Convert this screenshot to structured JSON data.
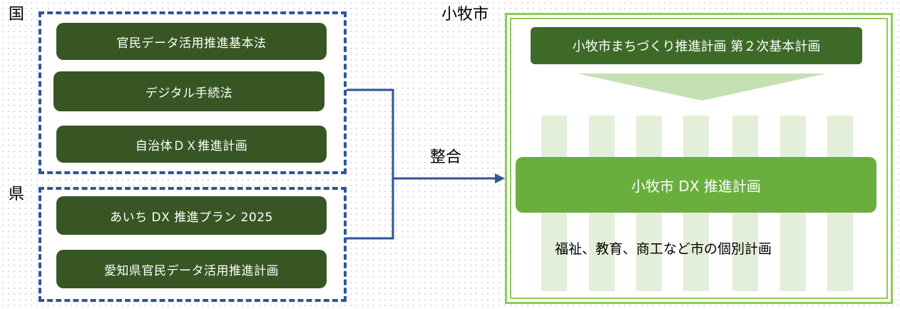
{
  "national": {
    "label": "国",
    "items": [
      "官民データ活用推進基本法",
      "デジタル手続法",
      "自治体ＤＸ推進計画"
    ]
  },
  "prefecture": {
    "label": "県",
    "items": [
      "あいち DX 推進プラン 2025",
      "愛知県官民データ活用推進計画"
    ]
  },
  "connector_label": "整合",
  "city": {
    "label": "小牧市",
    "basic_plan": "小牧市まちづくり推進計画 第２次基本計画",
    "dx_plan": "小牧市 DX 推進計画",
    "individual_plans": "福祉、教育、商工など市の個別計画"
  },
  "colors": {
    "dark_green": "#375623",
    "mid_green": "#3d6b27",
    "light_green": "#6aae3e",
    "pale_green": "#e3efd8",
    "border_green": "#8fcb5a",
    "blue": "#2f5597"
  }
}
